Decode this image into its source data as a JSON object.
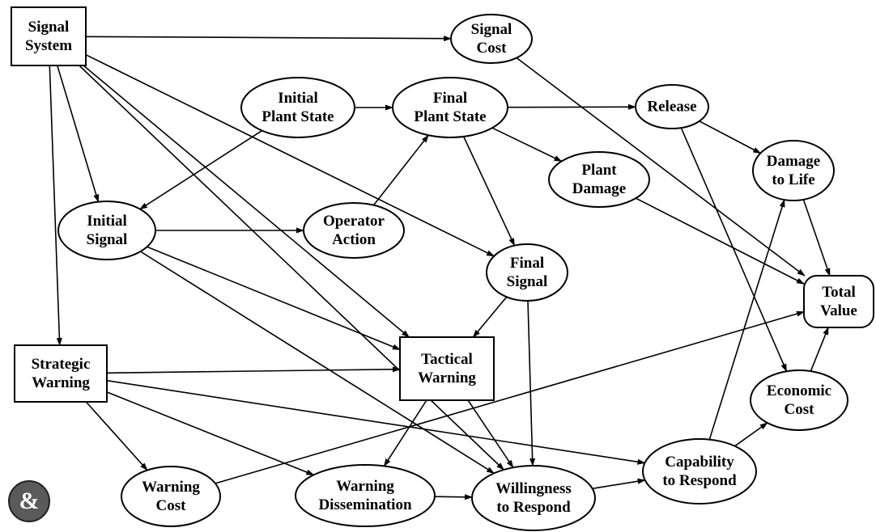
{
  "diagram": {
    "nodes": {
      "signal_system": {
        "shape": "rect",
        "lines": [
          "Signal",
          "System"
        ]
      },
      "signal_cost": {
        "shape": "ellipse",
        "lines": [
          "Signal",
          "Cost"
        ]
      },
      "initial_plant_state": {
        "shape": "ellipse",
        "lines": [
          "Initial",
          "Plant State"
        ]
      },
      "final_plant_state": {
        "shape": "ellipse",
        "lines": [
          "Final",
          "Plant State"
        ]
      },
      "release": {
        "shape": "ellipse",
        "lines": [
          "Release"
        ]
      },
      "damage_to_life": {
        "shape": "ellipse",
        "lines": [
          "Damage",
          "to Life"
        ]
      },
      "plant_damage": {
        "shape": "ellipse",
        "lines": [
          "Plant",
          "Damage"
        ]
      },
      "initial_signal": {
        "shape": "ellipse",
        "lines": [
          "Initial",
          "Signal"
        ]
      },
      "operator_action": {
        "shape": "ellipse",
        "lines": [
          "Operator",
          "Action"
        ]
      },
      "final_signal": {
        "shape": "ellipse",
        "lines": [
          "Final",
          "Signal"
        ]
      },
      "total_value": {
        "shape": "roundrect",
        "lines": [
          "Total",
          "Value"
        ]
      },
      "strategic_warning": {
        "shape": "rect",
        "lines": [
          "Strategic",
          "Warning"
        ]
      },
      "tactical_warning": {
        "shape": "rect",
        "lines": [
          "Tactical",
          "Warning"
        ]
      },
      "economic_cost": {
        "shape": "ellipse",
        "lines": [
          "Economic",
          "Cost"
        ]
      },
      "capability_to_respond": {
        "shape": "ellipse",
        "lines": [
          "Capability",
          "to Respond"
        ]
      },
      "warning_cost": {
        "shape": "ellipse",
        "lines": [
          "Warning",
          "Cost"
        ]
      },
      "warning_dissemination": {
        "shape": "ellipse",
        "lines": [
          "Warning",
          "Dissemination"
        ]
      },
      "willingness_to_respond": {
        "shape": "ellipse",
        "lines": [
          "Willingness",
          "to Respond"
        ]
      }
    },
    "edges": [
      [
        "signal_system",
        "signal_cost"
      ],
      [
        "signal_system",
        "initial_signal"
      ],
      [
        "signal_system",
        "strategic_warning"
      ],
      [
        "signal_system",
        "tactical_warning"
      ],
      [
        "signal_system",
        "final_signal"
      ],
      [
        "signal_system",
        "willingness_to_respond"
      ],
      [
        "signal_cost",
        "total_value"
      ],
      [
        "initial_plant_state",
        "final_plant_state"
      ],
      [
        "initial_plant_state",
        "initial_signal"
      ],
      [
        "final_plant_state",
        "release"
      ],
      [
        "final_plant_state",
        "plant_damage"
      ],
      [
        "final_plant_state",
        "final_signal"
      ],
      [
        "release",
        "damage_to_life"
      ],
      [
        "release",
        "economic_cost"
      ],
      [
        "plant_damage",
        "total_value"
      ],
      [
        "damage_to_life",
        "total_value"
      ],
      [
        "initial_signal",
        "operator_action"
      ],
      [
        "initial_signal",
        "tactical_warning"
      ],
      [
        "initial_signal",
        "willingness_to_respond"
      ],
      [
        "operator_action",
        "final_plant_state"
      ],
      [
        "final_signal",
        "tactical_warning"
      ],
      [
        "final_signal",
        "willingness_to_respond"
      ],
      [
        "strategic_warning",
        "tactical_warning"
      ],
      [
        "strategic_warning",
        "warning_cost"
      ],
      [
        "strategic_warning",
        "warning_dissemination"
      ],
      [
        "strategic_warning",
        "capability_to_respond"
      ],
      [
        "tactical_warning",
        "warning_dissemination"
      ],
      [
        "tactical_warning",
        "willingness_to_respond"
      ],
      [
        "warning_dissemination",
        "willingness_to_respond"
      ],
      [
        "willingness_to_respond",
        "capability_to_respond"
      ],
      [
        "capability_to_respond",
        "damage_to_life"
      ],
      [
        "capability_to_respond",
        "economic_cost"
      ],
      [
        "economic_cost",
        "total_value"
      ],
      [
        "warning_cost",
        "total_value"
      ]
    ]
  },
  "logo": {
    "glyph": "&",
    "icon": "society-logo-icon"
  },
  "colors": {
    "stroke": "#000000",
    "fill": "#ffffff",
    "logo_fill": "#5a5a5a"
  }
}
